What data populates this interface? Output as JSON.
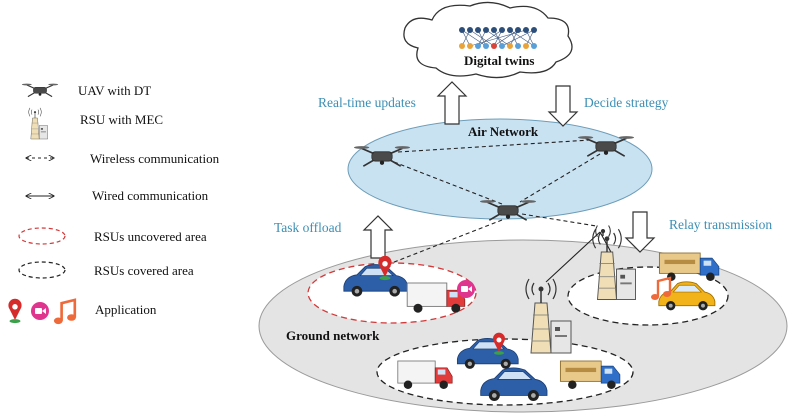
{
  "legend": {
    "uav": "UAV with DT",
    "rsu": "RSU with MEC",
    "wireless": "Wireless communication",
    "wired": "Wired communication",
    "uncovered": "RSUs  uncovered area",
    "covered": "RSUs  covered area",
    "application": "Application"
  },
  "diagram": {
    "digital_twins": "Digital twins",
    "air_network": "Air Network",
    "ground_network": "Ground network",
    "realtime_updates": "Real-time updates",
    "decide_strategy": "Decide strategy",
    "task_offload": "Task offload",
    "relay_transmission": "Relay transmission"
  },
  "colors": {
    "label_blue": "#3c8fb5",
    "air_fill": "#c9e2f2",
    "ground_fill": "#e4e4e4",
    "uncovered_dash": "#d23a3a",
    "covered_dash": "#222222",
    "marker_red": "#d62b2b",
    "camera_pink": "#e0358f",
    "music_orange": "#ef6a3a"
  }
}
